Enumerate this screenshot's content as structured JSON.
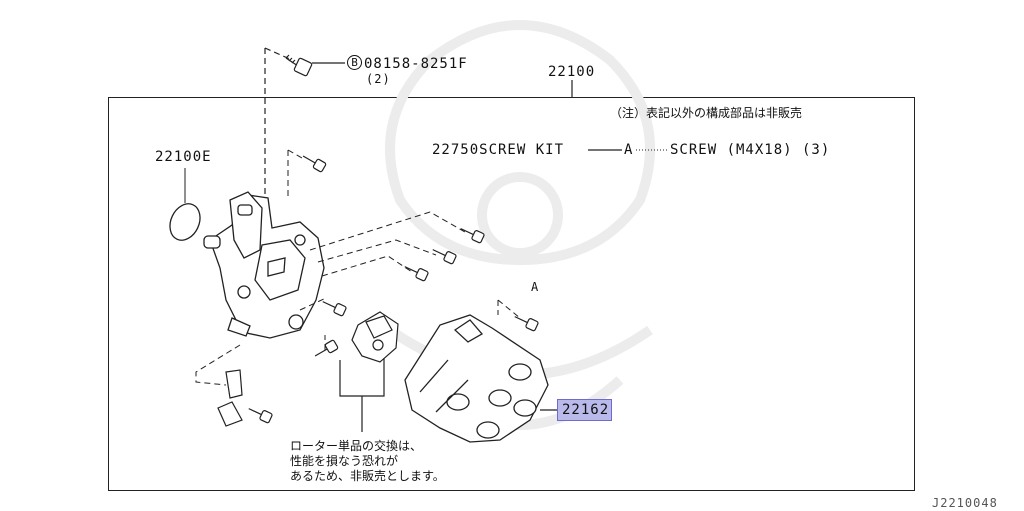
{
  "diagram": {
    "assembly_part": "22100",
    "seal_part": "22100E",
    "bolt_callout_symbol": "B",
    "bolt_part": "08158-8251F",
    "bolt_qty": "(2)",
    "sales_note": "（注）表記以外の構成部品は非販売",
    "screw_kit_label": "22750SCREW KIT",
    "screw_kit_ref": "A",
    "screw_spec": "SCREW (M4X18) (3)",
    "screw_ref_marker": "A",
    "cap_part": "22162",
    "rotor_note": [
      "ローター単品の交換は、",
      "性能を損なう恐れが",
      "あるため、非販売とします。"
    ],
    "figure_code": "J2210048"
  },
  "colors": {
    "highlight": "#b9b9ea",
    "line": "#222222",
    "watermark": "#ececec"
  }
}
